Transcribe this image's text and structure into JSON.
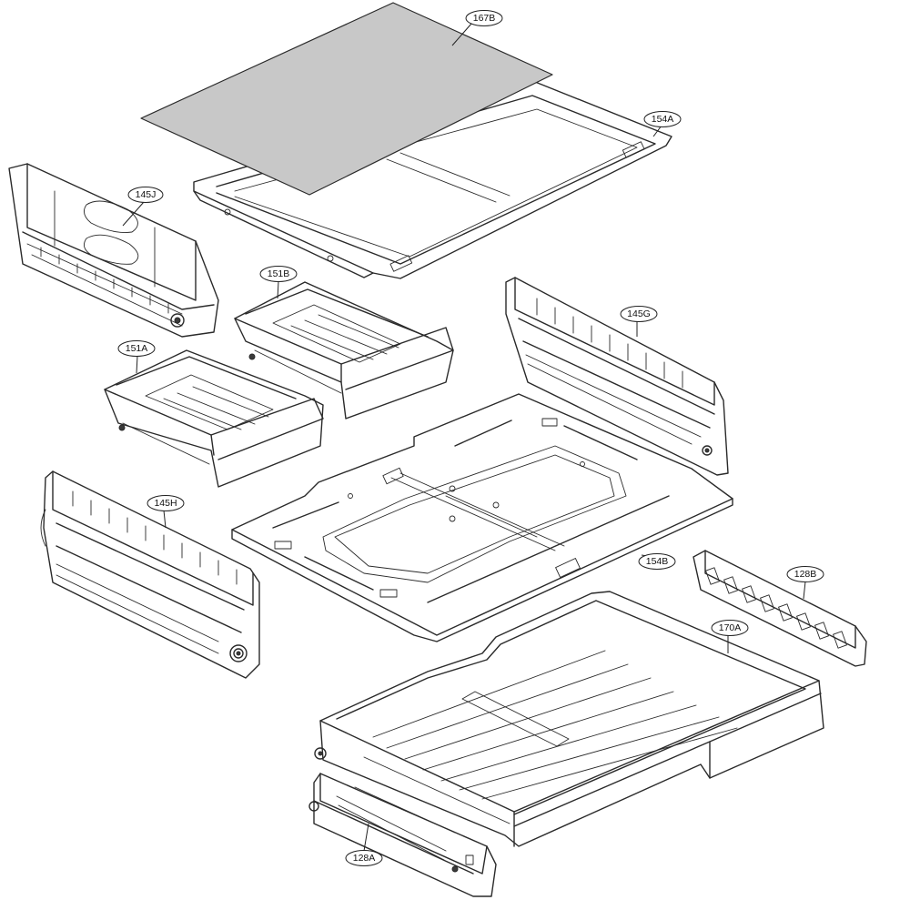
{
  "callouts": {
    "c167b": "167B",
    "c154a": "154A",
    "c145j": "145J",
    "c151b": "151B",
    "c151a": "151A",
    "c145g": "145G",
    "c145h": "145H",
    "c154b": "154B",
    "c128b": "128B",
    "c170a": "170A",
    "c128a": "128A"
  }
}
